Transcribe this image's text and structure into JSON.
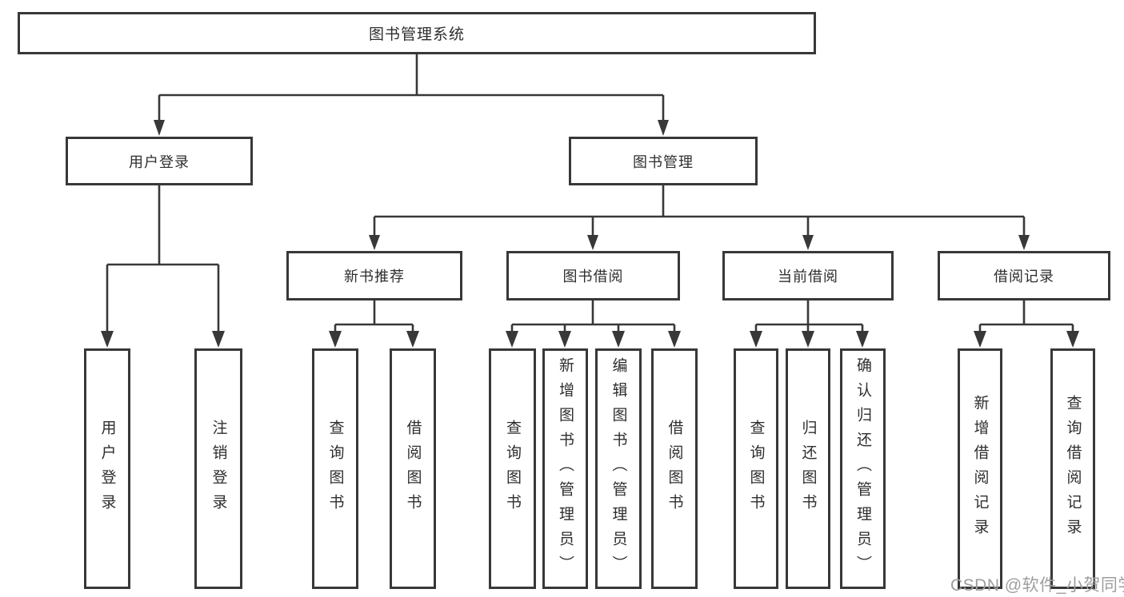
{
  "diagram": {
    "title": "图书管理系统",
    "branches": {
      "user_login": "用户登录",
      "book_management": "图书管理"
    },
    "modules": {
      "new_book_recommend": "新书推荐",
      "book_borrow": "图书借阅",
      "current_borrow": "当前借阅",
      "borrow_records": "借阅记录"
    },
    "leaves": {
      "user_login": [
        "用户登录",
        "注销登录"
      ],
      "new_book_recommend": [
        "查询图书",
        "借阅图书"
      ],
      "book_borrow": [
        "查询图书",
        "新增图书（管理员）",
        "编辑图书（管理员）",
        "借阅图书"
      ],
      "current_borrow": [
        "查询图书",
        "归还图书",
        "确认归还（管理员）"
      ],
      "borrow_records": [
        "新增借阅记录",
        "查询借阅记录"
      ]
    }
  },
  "watermark": {
    "text": "CSDN @软件_小贺同学"
  },
  "colors": {
    "line": "#383838",
    "box_border": "#383838",
    "text": "#2e2e2e",
    "watermark": "#9e9e9e",
    "background": "#ffffff"
  }
}
